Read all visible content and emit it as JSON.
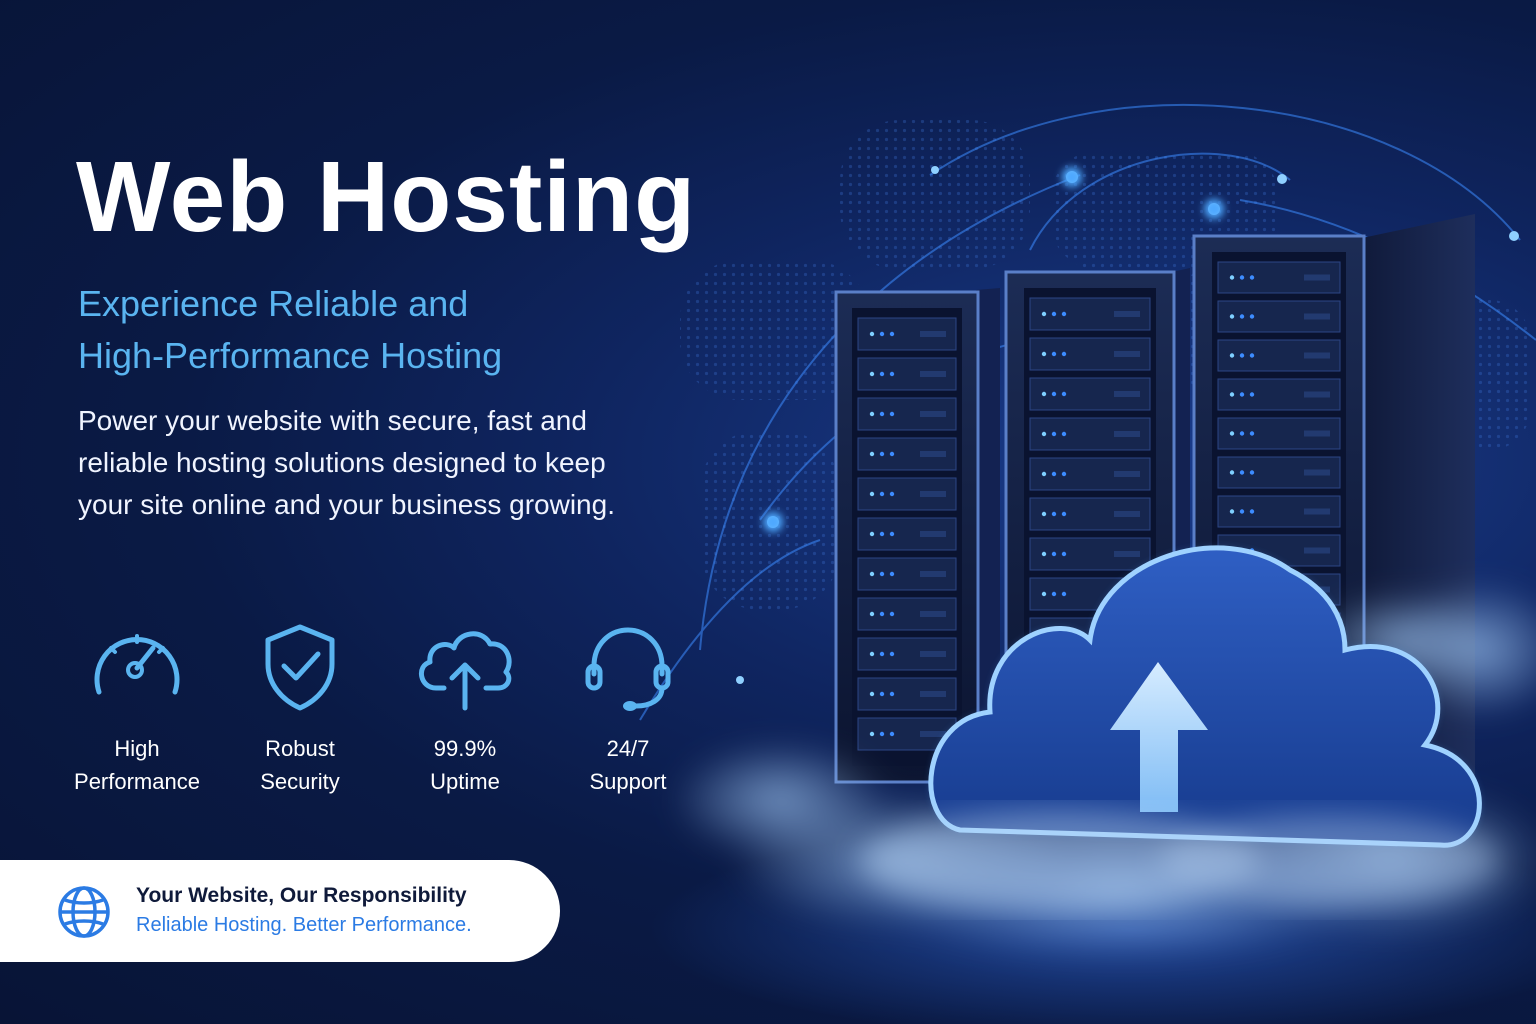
{
  "hero": {
    "title": "Web Hosting",
    "subtitle_line1": "Experience Reliable and",
    "subtitle_line2": "High-Performance Hosting",
    "description": "Power your website with secure, fast and reliable hosting solutions designed to keep your site online and your business growing."
  },
  "features": [
    {
      "icon": "speedometer-icon",
      "line1": "High",
      "line2": "Performance"
    },
    {
      "icon": "shield-check-icon",
      "line1": "Robust",
      "line2": "Security"
    },
    {
      "icon": "cloud-upload-icon",
      "line1": "99.9%",
      "line2": "Uptime"
    },
    {
      "icon": "headset-icon",
      "line1": "24/7",
      "line2": "Support"
    }
  ],
  "badge": {
    "icon": "globe-icon",
    "title": "Your Website, Our Responsibility",
    "tagline": "Reliable Hosting. Better Performance."
  },
  "colors": {
    "background": "#0a1a45",
    "accent": "#5ab4f0",
    "tagline": "#2b7be4",
    "glow": "#4da8ff"
  }
}
